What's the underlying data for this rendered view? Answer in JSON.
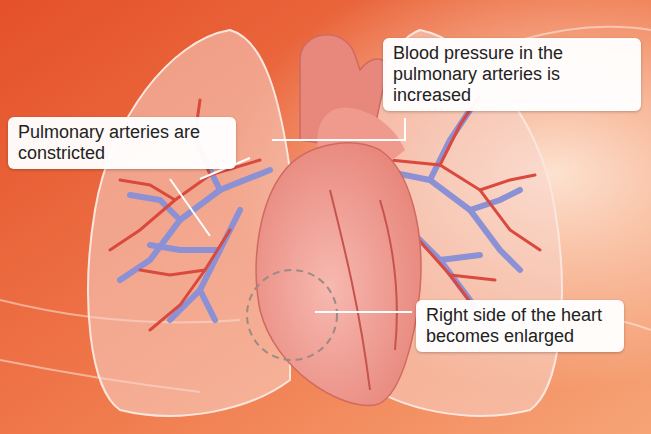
{
  "diagram": {
    "nodes": [
      {
        "text": [
          "Blood pressure in the pulmonary arteries is increased"
        ]
      },
      {
        "text": [
          "Pulmonary arteries are constricted"
        ]
      },
      {
        "text": [
          "Right side of the heart becomes enlarged"
        ]
      }
    ]
  }
}
